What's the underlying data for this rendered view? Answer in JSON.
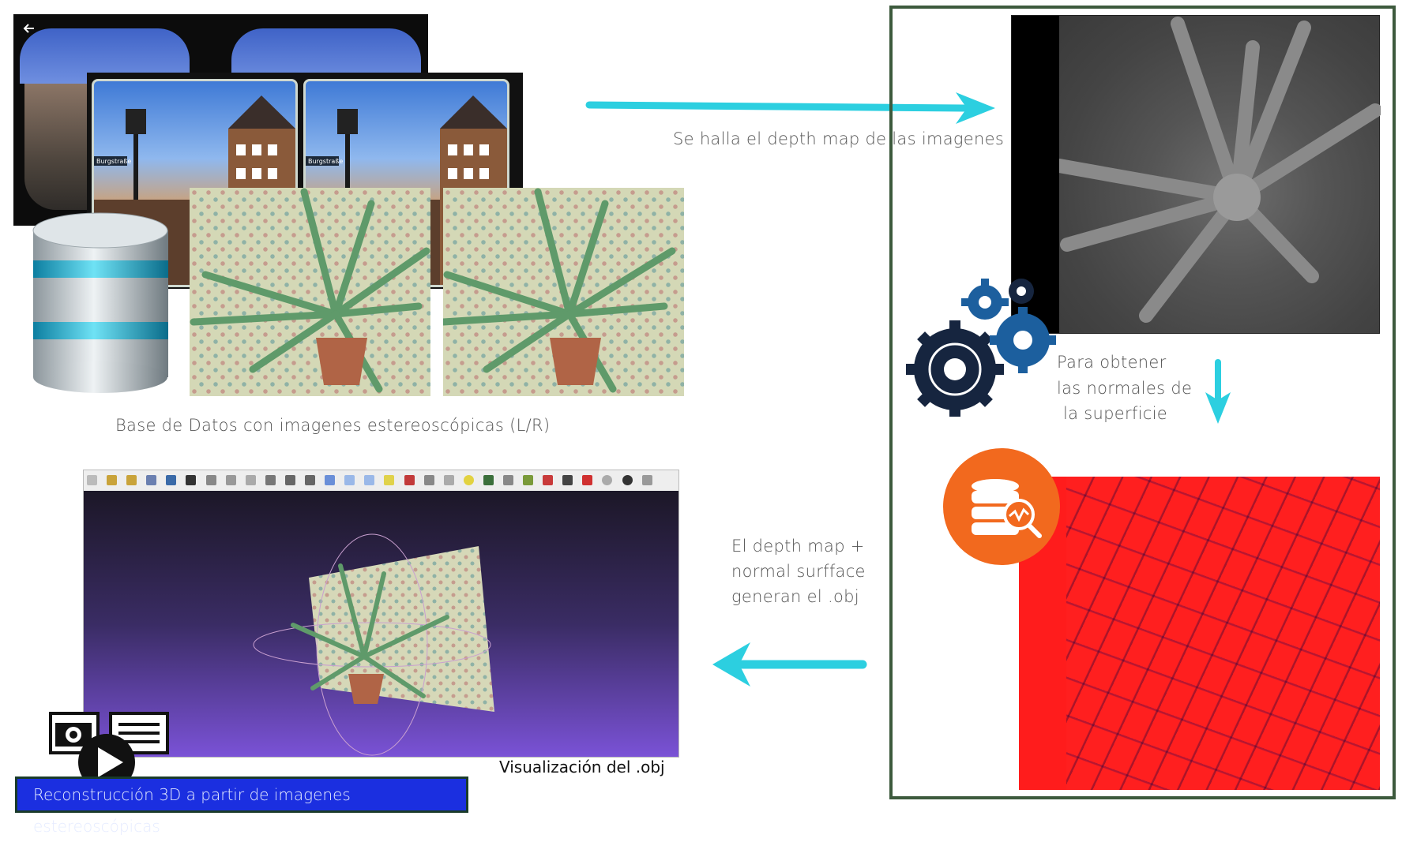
{
  "captions": {
    "database": "Base de Datos con imagenes estereoscópicas (L/R)",
    "depth_step": "Se halla el depth map de las imagenes",
    "normals_line1": "Para obtener",
    "normals_line2": "las normales de",
    "normals_line3": "la superficie",
    "obj_line1": "El depth map +",
    "obj_line2": "normal surfface",
    "obj_line3": "generan el .obj",
    "visualization": "Visualización del .obj",
    "title": "Reconstrucción 3D a partir de imagenes estereoscópicas"
  },
  "street_sign": "Burgstraße",
  "colors": {
    "arrow": "#2ccfe0",
    "frame": "#3d5a3d",
    "gear_dark": "#16253f",
    "gear_blue": "#1c5f9e",
    "search_badge": "#f2691e",
    "title_bg": "#1b2fe0",
    "normal_map": "#ff1c1c"
  },
  "icons": [
    "back-arrow-icon",
    "database-icon",
    "gears-icon",
    "data-search-icon",
    "video-player-icon"
  ]
}
